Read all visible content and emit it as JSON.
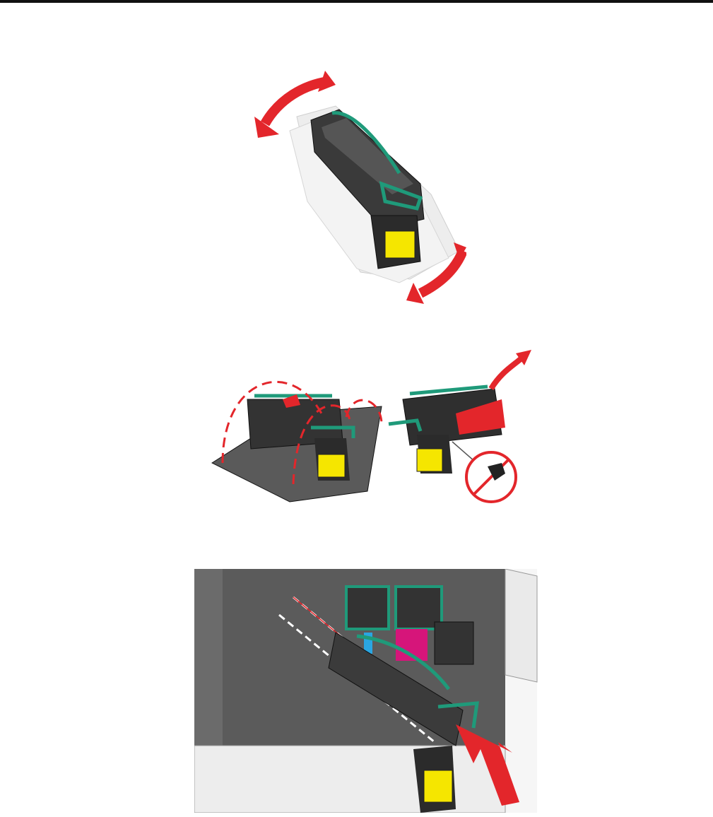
{
  "page": {
    "colors": {
      "accent_red": "#e3262b",
      "handle_green": "#1f9a7a",
      "yellow": "#f5e600",
      "cyan": "#2aa6e2",
      "magenta": "#d6157a",
      "dark": "#2b2b2b"
    },
    "figures": [
      {
        "id": "shake-cartridge",
        "icons": [
          "curved-arrow-icon",
          "curved-arrow-icon"
        ]
      },
      {
        "id": "remove-packaging",
        "icons": [
          "pull-arrow-icon",
          "do-not-touch-icon"
        ]
      },
      {
        "id": "insert-cartridge",
        "icons": [
          "push-arrow-icon"
        ]
      }
    ]
  }
}
